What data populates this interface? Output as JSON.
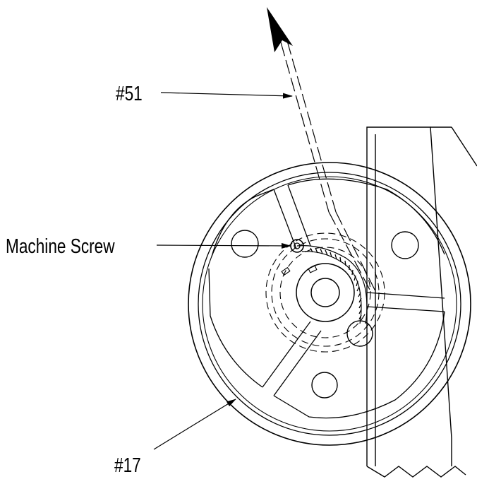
{
  "colors": {
    "line": "#000000",
    "background": "#ffffff"
  },
  "labels": {
    "part_51": "#51",
    "machine_screw": "Machine Screw",
    "part_17": "#17"
  }
}
